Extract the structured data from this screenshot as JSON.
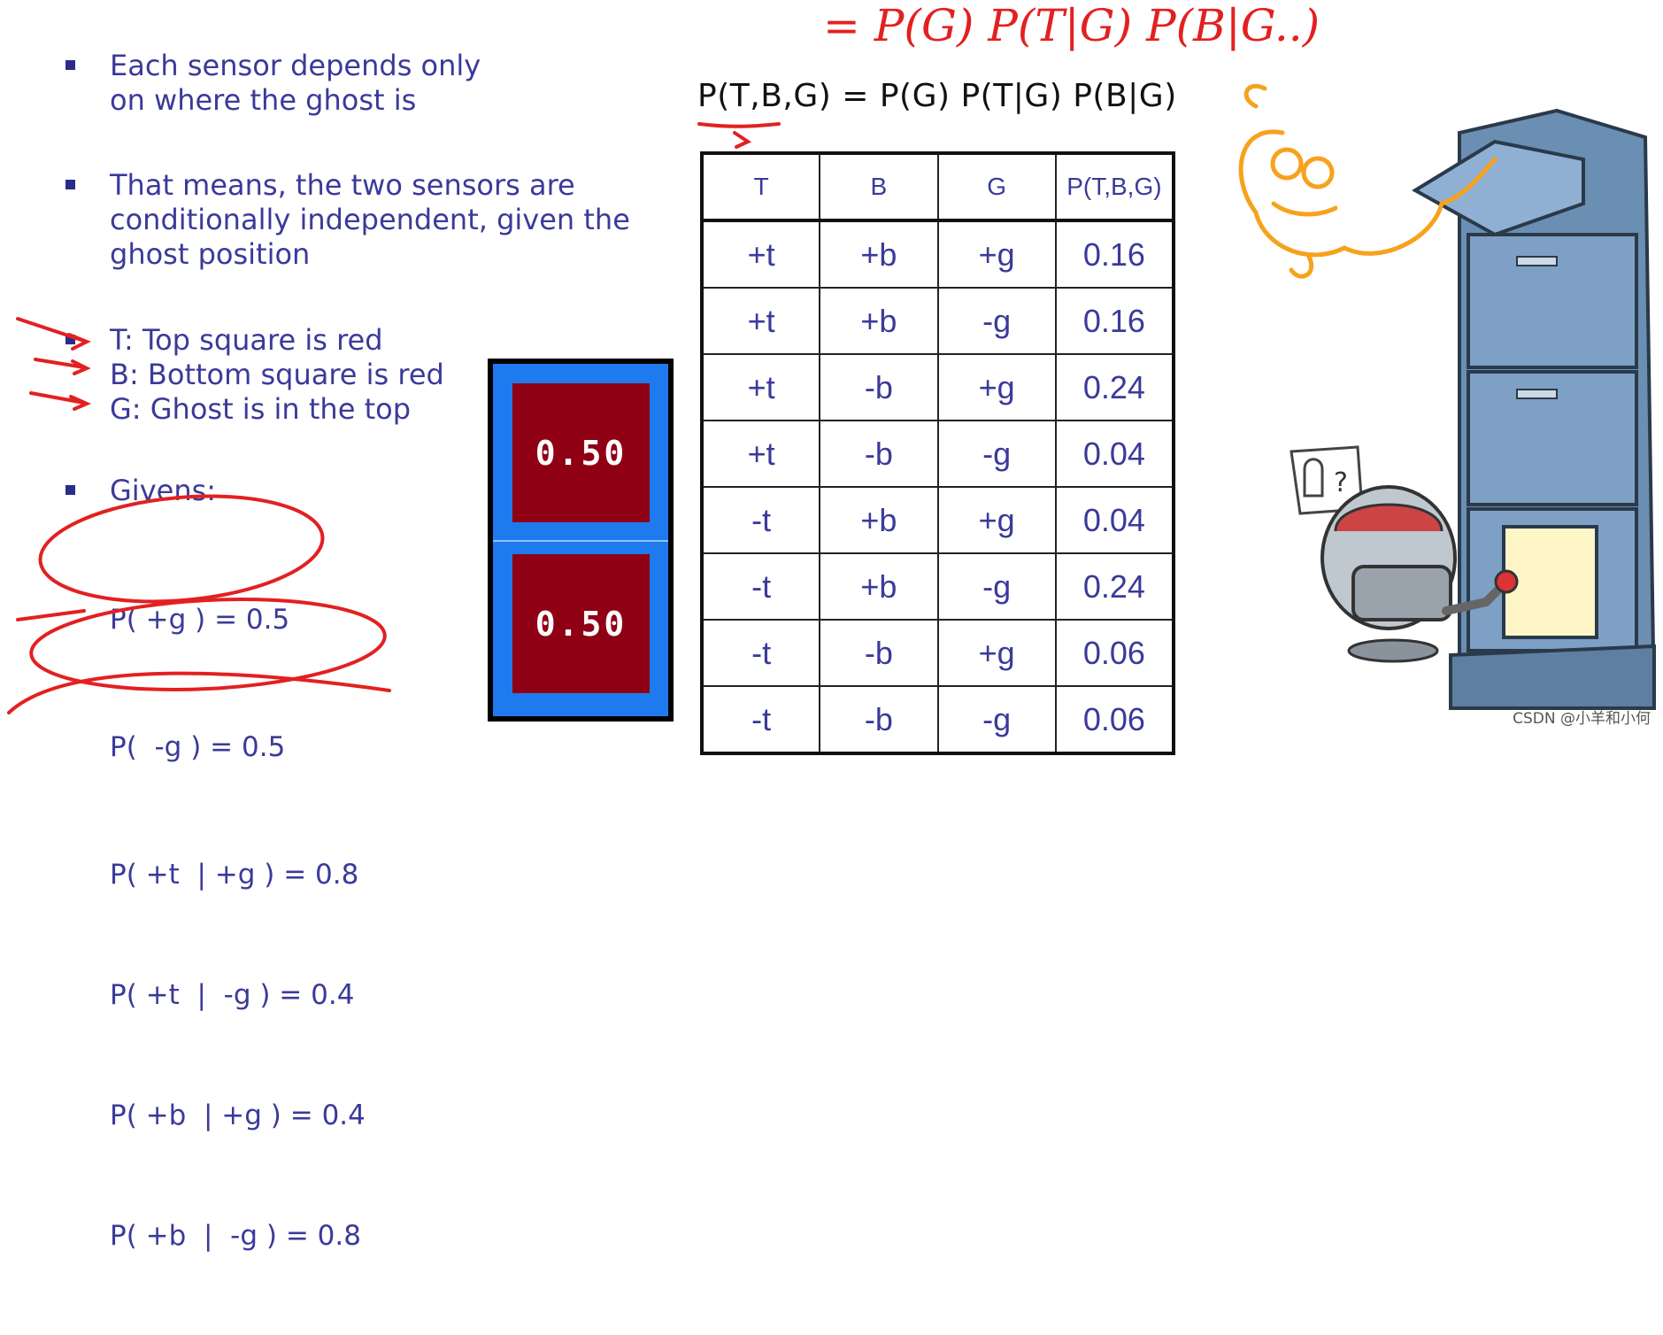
{
  "bullets": [
    {
      "lines": [
        "Each sensor depends only",
        "on where the ghost is"
      ]
    },
    {
      "lines": [
        "That means, the two sensors are",
        "conditionally independent, given the",
        "ghost position"
      ]
    }
  ],
  "definitions": [
    "T: Top square is red",
    "B: Bottom square is red",
    "G: Ghost is in the top"
  ],
  "givens_label": "Givens:",
  "givens": [
    "P( +g ) = 0.5",
    "P(  -g ) = 0.5",
    "P( +t  | +g ) = 0.8",
    "P( +t  |  -g ) = 0.4",
    "P( +b  | +g ) = 0.4",
    "P( +b  |  -g ) = 0.8"
  ],
  "formula": "P(T,B,G) = P(G) P(T|G) P(B|G)",
  "handwritten_note": "= P(G) P(T|G) P(B|G..)",
  "table": {
    "headers": [
      "T",
      "B",
      "G",
      "P(T,B,G)"
    ],
    "rows": [
      [
        "+t",
        "+b",
        "+g",
        "0.16"
      ],
      [
        "+t",
        "+b",
        "-g",
        "0.16"
      ],
      [
        "+t",
        "-b",
        "+g",
        "0.24"
      ],
      [
        "+t",
        "-b",
        "-g",
        "0.04"
      ],
      [
        "-t",
        "+b",
        "+g",
        "0.04"
      ],
      [
        "-t",
        "+b",
        "-g",
        "0.24"
      ],
      [
        "-t",
        "-b",
        "+g",
        "0.06"
      ],
      [
        "-t",
        "-b",
        "-g",
        "0.06"
      ]
    ]
  },
  "grid": {
    "top_value": "0.50",
    "bottom_value": "0.50"
  },
  "speech_bubble_text": "?",
  "watermark": "CSDN @小羊和小何",
  "colors": {
    "text_blue": "#3a3a9a",
    "annotation_red": "#e32020",
    "grid_blue": "#1e7bef",
    "cell_red": "#8f0014",
    "ghost_orange": "#f7a21c",
    "cabinet_blue": "#6b8eb3"
  },
  "icons": [
    "bullet-square-icon",
    "ghost-icon",
    "robot-icon",
    "filing-cabinet-icon",
    "speech-bubble-icon"
  ]
}
